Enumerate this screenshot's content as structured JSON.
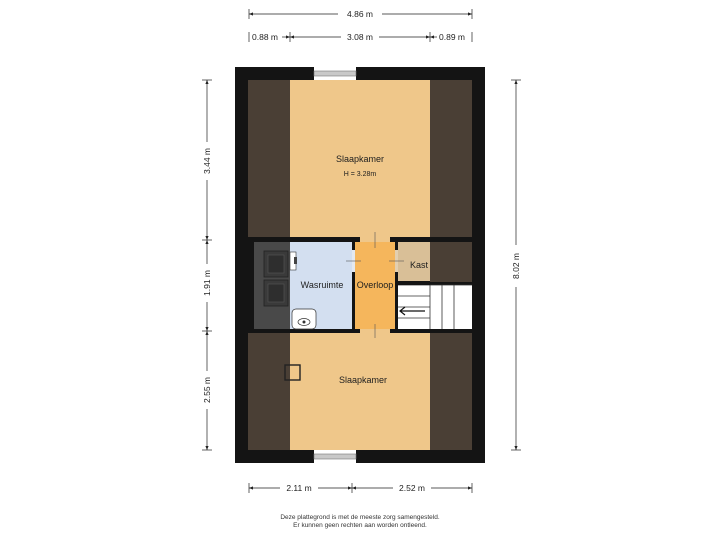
{
  "dimensions": {
    "top_total": "4.86 m",
    "top_left": "0.88 m",
    "top_middle": "3.08 m",
    "top_right": "0.89 m",
    "left_top": "3.44 m",
    "left_middle": "1.91 m",
    "left_bottom": "2.55 m",
    "right_total": "8.02 m",
    "bottom_left": "2.11 m",
    "bottom_right": "2.52 m"
  },
  "rooms": {
    "slaapkamer_top": "Slaapkamer",
    "slaapkamer_top_height": "H = 3.28m",
    "wasruimte": "Wasruimte",
    "overloop": "Overloop",
    "kast": "Kast",
    "slaapkamer_bottom": "Slaapkamer"
  },
  "footer": {
    "line1": "Deze plattegrond is met de meeste zorg samengesteld.",
    "line2": "Er kunnen geen rechten aan worden ontleend."
  },
  "colors": {
    "wall": "#141414",
    "sloped_roof": "#4a3f35",
    "bedroom_floor": "#efc78a",
    "laundry_floor": "#d3dff0",
    "landing_floor": "#f5b65c",
    "closet_floor": "#d9bf97",
    "stair": "#ffffff",
    "dimension_line": "#222222"
  }
}
